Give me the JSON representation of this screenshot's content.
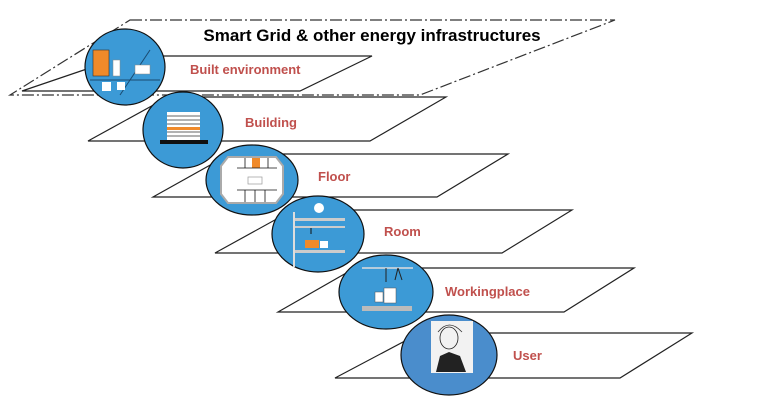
{
  "title": "Smart Grid & other energy infrastructures",
  "colors": {
    "label": "#c0504d",
    "circle": "#3c9ad6",
    "circle_user": "#4a8dcc",
    "accent": "#f08a2a"
  },
  "levels": [
    {
      "label": "Built environment",
      "icon": "city-blocks-icon"
    },
    {
      "label": "Building",
      "icon": "building-icon"
    },
    {
      "label": "Floor",
      "icon": "floor-plan-icon"
    },
    {
      "label": "Room",
      "icon": "room-icon"
    },
    {
      "label": "Workingplace",
      "icon": "workplace-icon"
    },
    {
      "label": "User",
      "icon": "user-portrait-icon"
    }
  ]
}
